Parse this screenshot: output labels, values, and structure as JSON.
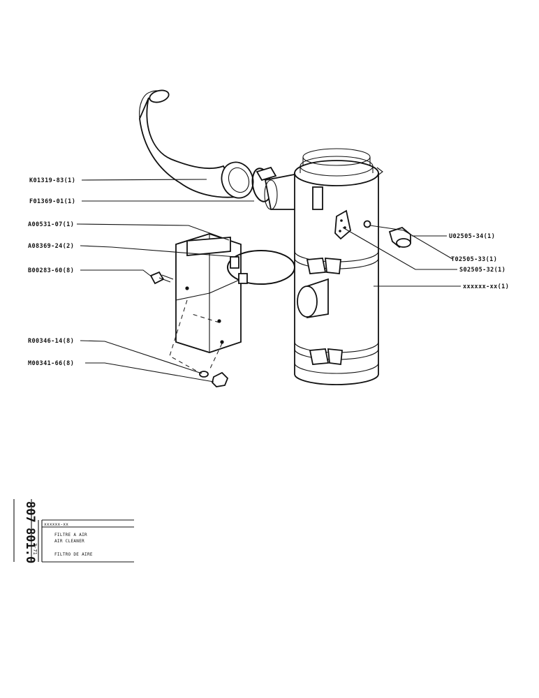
{
  "callouts": [
    {
      "id": "hose",
      "text": "K01319-83(1)"
    },
    {
      "id": "clamp-hose",
      "text": "F01369-01(1)"
    },
    {
      "id": "bracket",
      "text": "A00531-07(1)"
    },
    {
      "id": "band",
      "text": "A08369-24(2)"
    },
    {
      "id": "bolt",
      "text": "B00283-60(8)"
    },
    {
      "id": "washer",
      "text": "R00346-14(8)"
    },
    {
      "id": "nut",
      "text": "M00341-66(8)"
    },
    {
      "id": "indicator",
      "text": "U02505-34(1)"
    },
    {
      "id": "plug",
      "text": "T02505-33(1)"
    },
    {
      "id": "plate",
      "text": "S02505-32(1)"
    },
    {
      "id": "filter",
      "text": "xxxxxx-xx(1)"
    }
  ],
  "title_block": {
    "code_top": "807",
    "code_bottom": "801.0",
    "date": "3-71",
    "ref": "xxxxxx-xx",
    "title_fr": "FILTRE A AIR",
    "title_en": "AIR CLEANER",
    "title_es": "FILTRO DE AIRE"
  }
}
